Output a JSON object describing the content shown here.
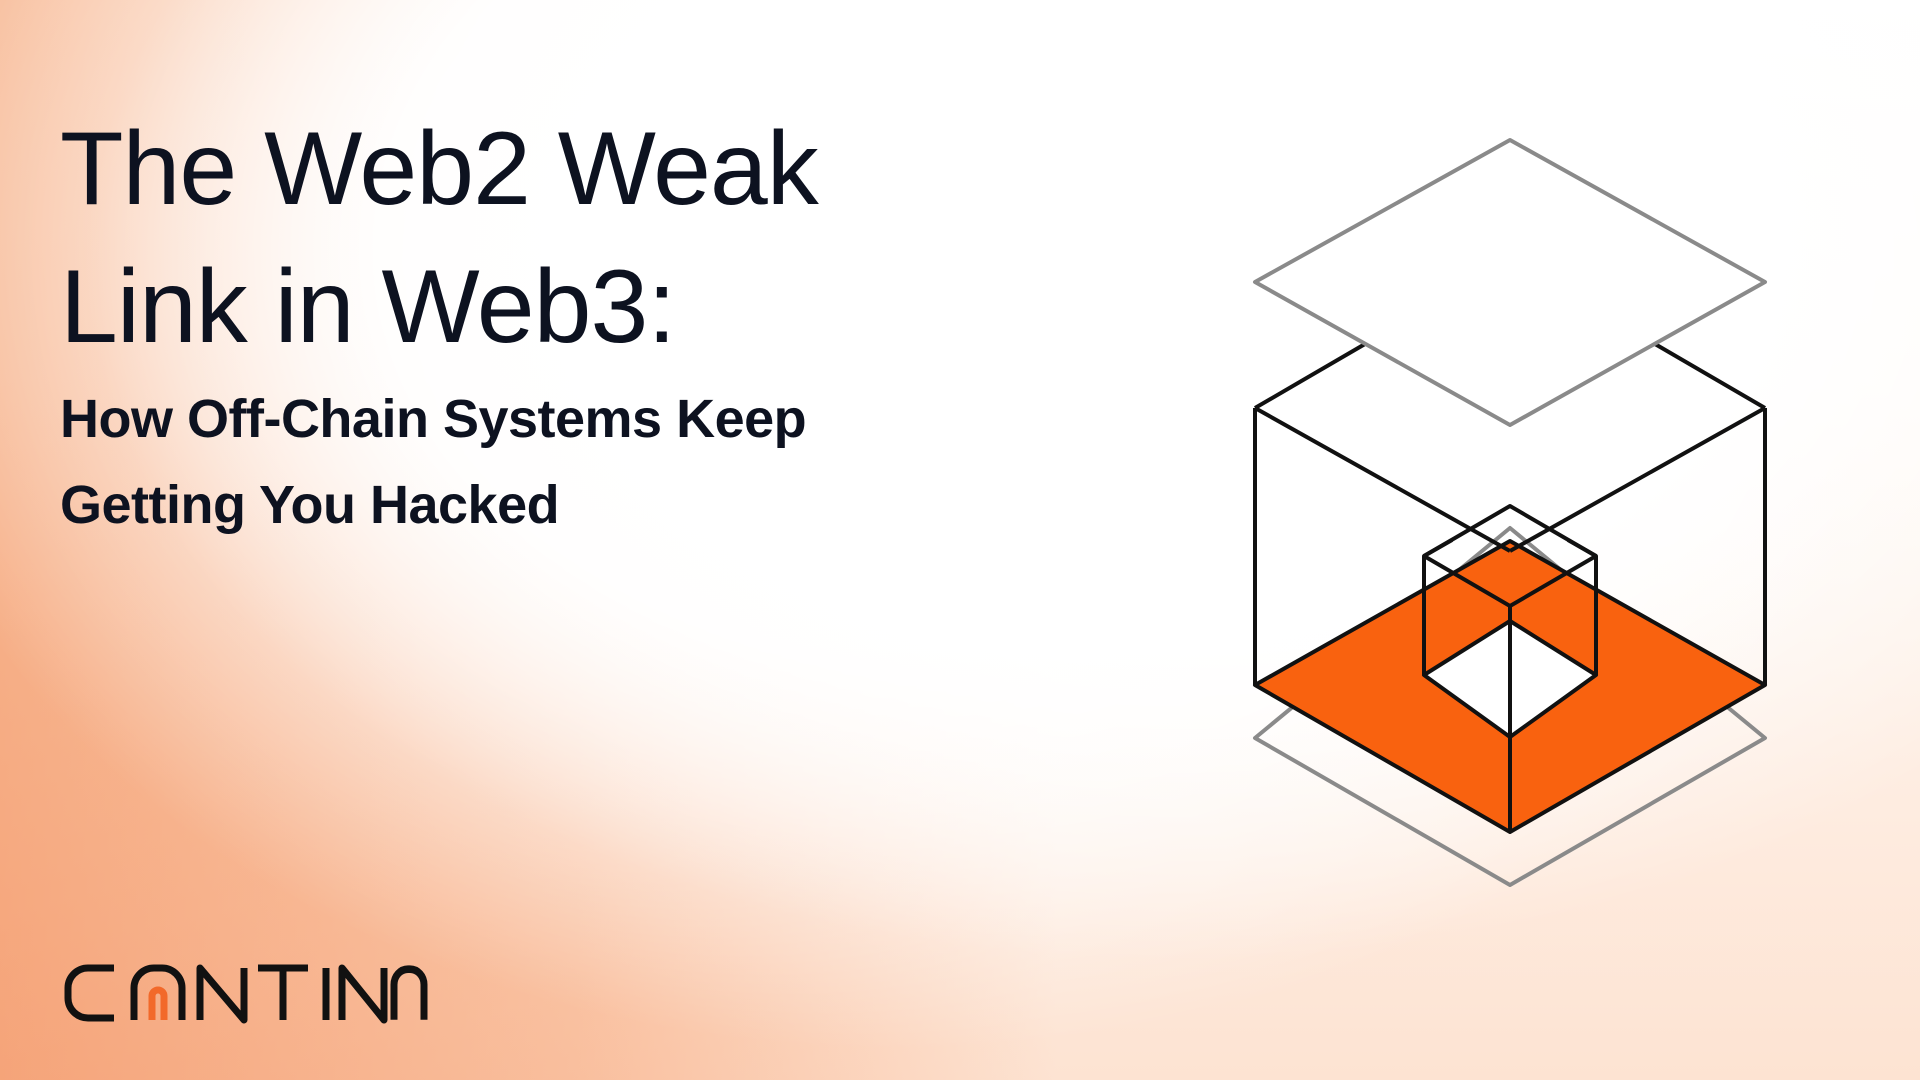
{
  "title": {
    "line1": "The Web2 Weak",
    "line2": "Link in Web3:"
  },
  "subtitle": {
    "line1": "How Off-Chain Systems Keep",
    "line2": "Getting You Hacked"
  },
  "logo": {
    "text": "CANTINA",
    "color": "#111111",
    "accent_color": "#f2692a"
  },
  "graphic": {
    "accent_color": "#f9620f",
    "line_color": "#111111",
    "plane_color": "#8a8a8a"
  },
  "colors": {
    "background_warm": "#f7b893",
    "text": "#0d1220"
  }
}
